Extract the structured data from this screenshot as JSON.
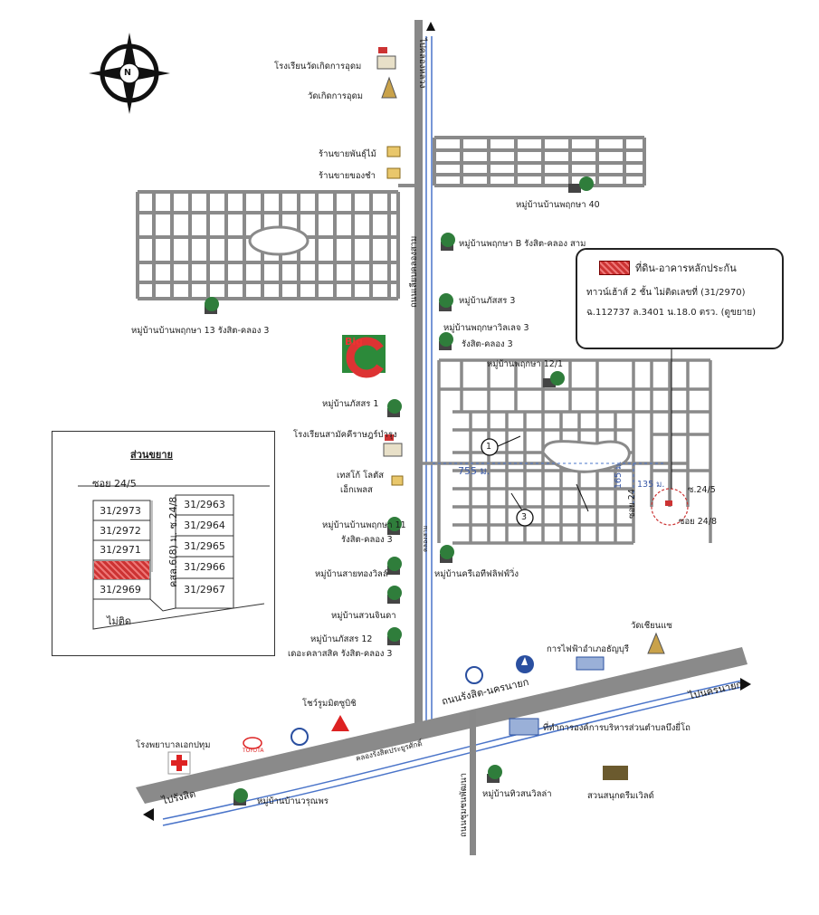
{
  "compass": {
    "letter": "N"
  },
  "roads": {
    "top_direction": "ไปคลองหลวง",
    "main_vertical": "ถนนเลียบคลองสาม",
    "canal_vertical": "คลองสาม",
    "diagonal": "ถนนรังสิต-นครนายก",
    "canal_diagonal": "คลองรังสิตประยูรศักดิ์",
    "bottom_vertical": "ถนนชุมชนพัฒนา",
    "to_nakhon_nayok": "ไปนครนายก",
    "to_rangsit": "ไปรังสิต",
    "soi_24": "ซอย 24",
    "soi_24_5": "ซ.24/5",
    "soi_24_8": "ซอย 24/8"
  },
  "distances": {
    "d1": "755 ม.",
    "d2": "165 ม.",
    "d3": "135 ม."
  },
  "markers": {
    "m1": "1",
    "m3": "3"
  },
  "landmarks": {
    "school1": "โรงเรียนวัดเกิดการอุดม",
    "temple1": "วัดเกิดการอุดม",
    "shop_tree": "ร้านขายพันธุ์ไม้",
    "shop_grocery": "ร้านขายของชำ",
    "village40": "หมู่บ้านบ้านพฤกษา 40",
    "villageB": "หมู่บ้านพฤกษา B รังสิต-คลอง สาม",
    "village13": "หมู่บ้านบ้านพฤกษา 13 รังสิต-คลอง 3",
    "phatson3": "หมู่บ้านภัสสร 3",
    "pruksa_ville_1": "หมู่บ้านพฤกษาวิลเลจ 3",
    "pruksa_ville_2": "รังสิต-คลอง 3",
    "big_c": "Big",
    "pruksa12": "หมู่บ้านพฤกษา 12/1",
    "phatson1": "หมู่บ้านภัสสร 1",
    "school2": "โรงเรียนสามัคคีราษฎร์บำรุง",
    "tesco_1": "เทสโก้ โลตัส",
    "tesco_2": "เอ็กเพลส",
    "pruksa11_1": "หมู่บ้านบ้านพฤกษา 11",
    "pruksa11_2": "รังสิต-คลอง 3",
    "saithong": "หมู่บ้านสายทองวิลล์",
    "krisda": "หมู่บ้านครีเอทีฟลิฟฟ์วิ่ง",
    "suanjinda": "หมู่บ้านสวนจินดา",
    "phatson12_1": "หมู่บ้านภัสสร 12",
    "phatson12_2": "เดอะคลาสสิค รังสิต-คลอง 3",
    "temple2": "วัดเชียนแซ",
    "electric": "การไฟฟ้าอำเภอธัญบุรี",
    "showroom": "โชว์รูมมิตซูบิชิ",
    "toyota": "TOYOTA",
    "hospital": "โรงพยาบาลเอกปทุม",
    "admin": "ที่ทำการองค์การบริหารส่วนตำบลบึงยี่โถ",
    "thiwson": "หมู่บ้านทิวสนวิลล่า",
    "amusement": "สวนสนุกดรีมเวิลด์",
    "warunporn": "หมู่บ้านบ้านวรุณพร"
  },
  "legend": {
    "title": "ที่ดิน-อาคารหลักประกัน",
    "line2": "ทาวน์เฮ้าส์ 2 ชั้น ไม่ติดเลขที่ (31/2970)",
    "line3": "ฉ.112737 ล.3401 น.18.0 ตรว. (ดูขยาย)"
  },
  "inset": {
    "title": "ส่วนขยาย",
    "soi_top": "ซอย 24/5",
    "road_label": "คสล.6(8) ม. ซ.24/8",
    "bottom_label": "ไม่ติด",
    "left_lots": [
      "31/2973",
      "31/2972",
      "31/2971",
      "",
      "31/2969"
    ],
    "right_lots": [
      "31/2963",
      "31/2964",
      "31/2965",
      "31/2966",
      "31/2967"
    ]
  },
  "colors": {
    "road": "#8a8a8a",
    "canal": "#4a74c9",
    "target": "#c33333"
  }
}
